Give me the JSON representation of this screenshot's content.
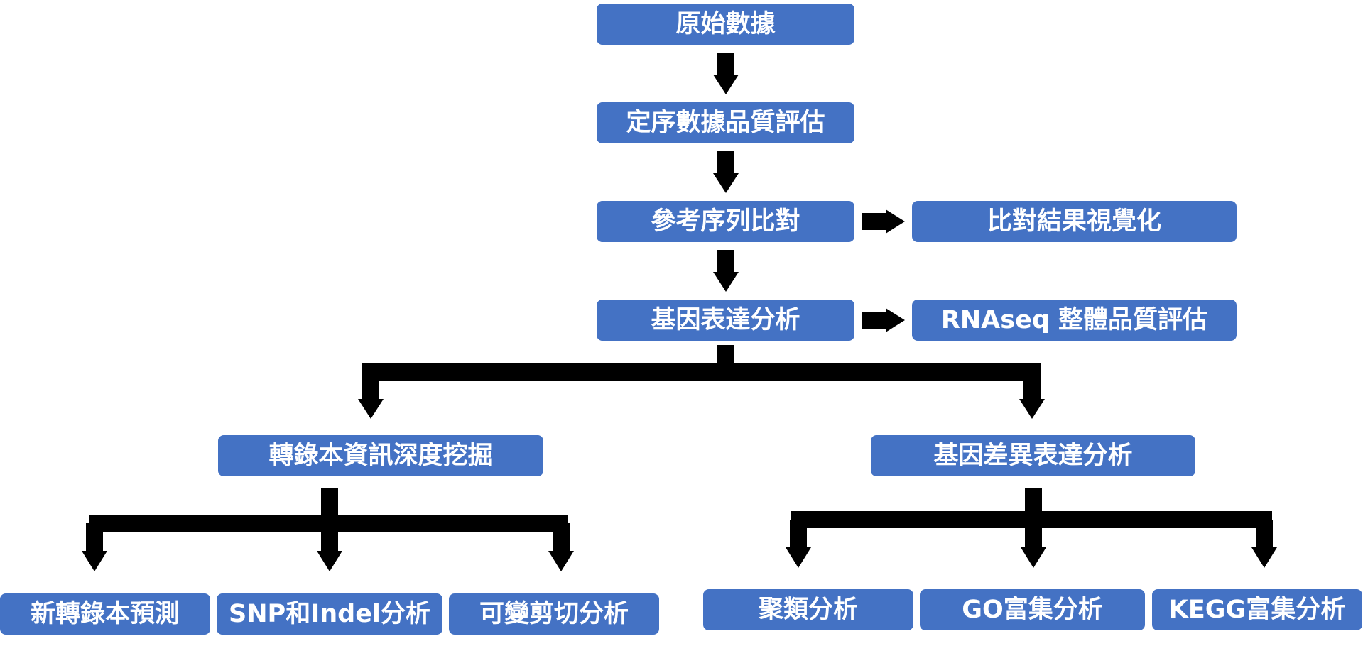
{
  "diagram": {
    "nodes": {
      "raw": "原始數據",
      "qc": "定序數據品質評估",
      "align": "參考序列比對",
      "align_vis": "比對結果視覺化",
      "expr": "基因表達分析",
      "rnaseq_qc": "RNAseq 整體品質評估",
      "transcript": "轉錄本資訊深度挖掘",
      "deg": "基因差異表達分析",
      "novel": "新轉錄本預測",
      "snp": "SNP和Indel分析",
      "splice": "可變剪切分析",
      "cluster": "聚類分析",
      "go": "GO富集分析",
      "kegg": "KEGG富集分析"
    },
    "colors": {
      "node_fill": "#4472c4",
      "node_text": "#ffffff",
      "connector": "#000000"
    }
  }
}
